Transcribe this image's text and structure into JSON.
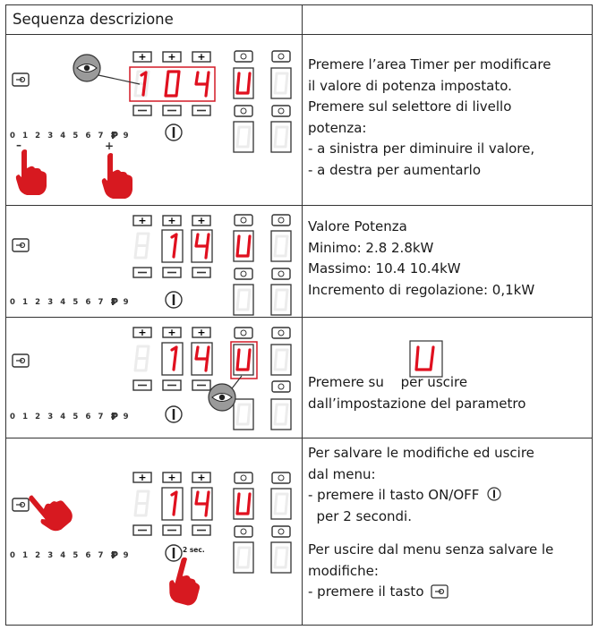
{
  "header": {
    "title": "Sequenza descrizione"
  },
  "colors": {
    "display_red": "#e0101f",
    "hand_red": "#d71920",
    "border": "#333333"
  },
  "panel": {
    "scale_label": "0 1 2 3 4 5 6 7 8 9",
    "p_label": "P",
    "plus_sign": "+",
    "minus_sign": "−",
    "scale_min_mark": "–",
    "scale_plus_mark": "+",
    "hold_label": "2 sec."
  },
  "rows": [
    {
      "display": {
        "d1": "1",
        "d2": "0",
        "d3": "4",
        "right": "U"
      },
      "lines": [
        "Premere l’area Timer per modificare",
        "il valore di potenza impostato.",
        "Premere sul selettore di livello",
        "potenza:",
        "- a sinistra per diminuire il valore,",
        "- a destra per aumentarlo"
      ]
    },
    {
      "display": {
        "d1": "",
        "d2": "1",
        "d3": "4",
        "right": "U"
      },
      "lines": [
        "Valore Potenza",
        "Minimo:   2.8  2.8kW",
        "Massimo:  10.4  10.4kW",
        "Incremento di regolazione: 0,1kW"
      ]
    },
    {
      "display": {
        "d1": "",
        "d2": "1",
        "d3": "4",
        "right": "U"
      },
      "lines": [
        "Premere su ",
        "per uscire",
        "dall’impostazione del parametro"
      ]
    },
    {
      "display": {
        "d1": "",
        "d2": "1",
        "d3": "4",
        "right": "U"
      },
      "lines": [
        "Per salvare le modifiche ed uscire",
        "dal menu:",
        "- premere il tasto ON/OFF",
        "  per 2 secondi.",
        "Per uscire dal menu senza salvare le",
        "modifiche:",
        "- premere il tasto"
      ]
    }
  ]
}
